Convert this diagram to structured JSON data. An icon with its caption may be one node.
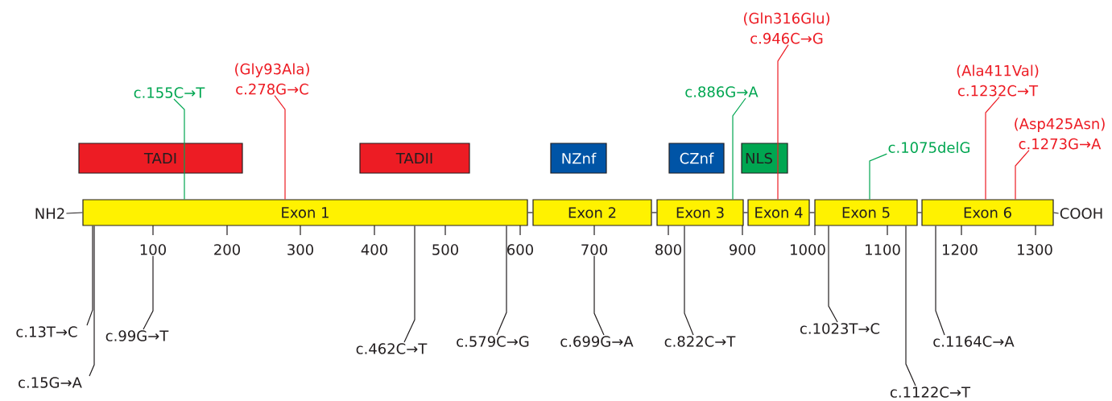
{
  "diagram": {
    "nodes": [
      {
        "text": [
          "TADI"
        ]
      },
      {
        "text": [
          "TADII"
        ]
      },
      {
        "text": [
          "NZnf"
        ]
      },
      {
        "text": [
          "CZnf"
        ]
      },
      {
        "text": [
          "NLS"
        ]
      },
      {
        "text": [
          "NH2"
        ]
      },
      {
        "text": [
          "Exon 1"
        ]
      },
      {
        "text": [
          "Exon 2"
        ]
      },
      {
        "text": [
          "Exon 3"
        ]
      },
      {
        "text": [
          "Exon 4"
        ]
      },
      {
        "text": [
          "Exon 5"
        ]
      },
      {
        "text": [
          "Exon 6"
        ]
      },
      {
        "text": [
          "COOH"
        ]
      },
      {
        "text": [
          "c.155C→T"
        ]
      },
      {
        "text": [
          "(Gly93Ala)",
          "c.278G→C"
        ]
      },
      {
        "text": [
          "c.886G→A"
        ]
      },
      {
        "text": [
          "(Gln316Glu)",
          "c.946C→G"
        ]
      },
      {
        "text": [
          "c.1075delG"
        ]
      },
      {
        "text": [
          "(Ala411Val)",
          "c.1232C→T"
        ]
      },
      {
        "text": [
          "(Asp425Asn)",
          "c.1273G→A"
        ]
      },
      {
        "text": [
          "c.13T→C"
        ]
      },
      {
        "text": [
          "c.15G→A"
        ]
      },
      {
        "text": [
          "c.99G→T"
        ]
      },
      {
        "text": [
          "c.462C→T"
        ]
      },
      {
        "text": [
          "c.579C→G"
        ]
      },
      {
        "text": [
          "c.699G→A"
        ]
      },
      {
        "text": [
          "c.822C→T"
        ]
      },
      {
        "text": [
          "c.1023T→C"
        ]
      },
      {
        "text": [
          "c.1122C→T"
        ]
      },
      {
        "text": [
          "c.1164C→A"
        ]
      },
      {
        "text": [
          "100"
        ]
      },
      {
        "text": [
          "700"
        ]
      }
    ],
    "edges": [
      {
        "from": 5,
        "to": 6,
        "arrow": "none"
      },
      {
        "from": 6,
        "to": 7,
        "arrow": "none"
      },
      {
        "from": 7,
        "to": 8,
        "arrow": "none"
      },
      {
        "from": 8,
        "to": 9,
        "arrow": "none"
      },
      {
        "from": 9,
        "to": 10,
        "arrow": "none"
      },
      {
        "from": 10,
        "to": 11,
        "arrow": "none"
      },
      {
        "from": 11,
        "to": 12,
        "arrow": "none"
      },
      {
        "from": 13,
        "to": 6,
        "arrow": "none",
        "color": "#00a651"
      },
      {
        "from": 14,
        "to": 6,
        "arrow": "none",
        "color": "#ed1c24"
      },
      {
        "from": 15,
        "to": 8,
        "arrow": "none",
        "color": "#00a651"
      },
      {
        "from": 16,
        "to": 9,
        "arrow": "none",
        "color": "#ed1c24"
      },
      {
        "from": 17,
        "to": 10,
        "arrow": "none",
        "color": "#00a651"
      },
      {
        "from": 18,
        "to": 11,
        "arrow": "none",
        "color": "#ed1c24"
      },
      {
        "from": 19,
        "to": 11,
        "arrow": "none",
        "color": "#ed1c24"
      },
      {
        "from": 20,
        "to": 6,
        "arrow": "none"
      },
      {
        "from": 21,
        "to": 6,
        "arrow": "none"
      },
      {
        "from": 22,
        "to": 30,
        "arrow": "none"
      },
      {
        "from": 23,
        "to": 6,
        "arrow": "none"
      },
      {
        "from": 24,
        "to": 6,
        "arrow": "none"
      },
      {
        "from": 25,
        "to": 31,
        "arrow": "none"
      },
      {
        "from": 26,
        "to": 8,
        "arrow": "none"
      },
      {
        "from": 27,
        "to": 10,
        "arrow": "none"
      },
      {
        "from": 28,
        "to": 10,
        "arrow": "none"
      },
      {
        "from": 29,
        "to": 11,
        "arrow": "none"
      }
    ],
    "labels": [
      "200",
      "300",
      "400",
      "500",
      "600",
      "800",
      "900",
      "1000",
      "1100",
      "1200",
      "1300"
    ]
  }
}
